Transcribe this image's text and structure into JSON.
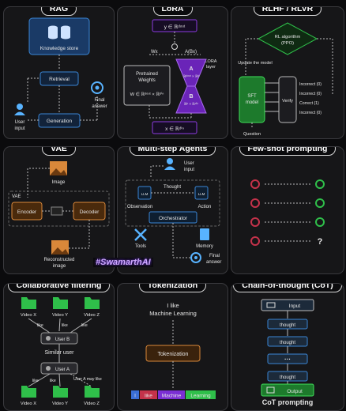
{
  "panels": {
    "rag": {
      "title": "RAG",
      "knowledge_store": "Knowledge store",
      "retrieval": "Retrieval",
      "generation": "Generation",
      "user_input_1": "User",
      "user_input_2": "input",
      "final_answer_1": "Final",
      "final_answer_2": "answer"
    },
    "lora": {
      "title": "LoRA",
      "y_label": "y ∈ ℝᵈᵒᵘᵗ",
      "wx": "Wx",
      "a_bx": "A(Bx)",
      "lora_layer_1": "LORA",
      "lora_layer_2": "layer",
      "pretrained_1": "Pretrained",
      "pretrained_2": "Weights",
      "w_formula": "W ∈ ℝᵈᵒᵘᵗ × ℝᵈⁱⁿ",
      "a_letter": "A",
      "a_dim": "ℝᵈᵒᵘᵗ × ℝᵏ",
      "b_letter": "B",
      "b_dim": "ℝᵏ × ℝᵈⁱⁿ",
      "x_label": "x ∈ ℝᵈⁱⁿ"
    },
    "rlhf": {
      "title": "RLHF / RLVR",
      "rl_1": "RL algorithm",
      "rl_2": "(PPO)",
      "update": "Update the model",
      "sft_1": "SFT",
      "sft_2": "model",
      "verify": "Verify",
      "question": "Question",
      "results": [
        "Incorrect (0)",
        "Incorrect (0)",
        "Correct (1)",
        "Incorrect (0)"
      ]
    },
    "vae": {
      "title": "VAE",
      "image": "Image",
      "vae_label": "VAE",
      "encoder": "Encoder",
      "decoder": "Decoder",
      "recon_1": "Reconstructed",
      "recon_2": "image"
    },
    "agents": {
      "title": "Multi-step Agents",
      "user_input_1": "User",
      "user_input_2": "input",
      "thought": "Thought",
      "llm": "LLM",
      "observation": "Observation",
      "action": "Action",
      "orchestrator": "Orchestrator",
      "tools": "Tools",
      "memory": "Memory",
      "final_1": "Final",
      "final_2": "answer"
    },
    "fewshot": {
      "title": "Few-shot prompting",
      "unknown": "?"
    },
    "collab": {
      "title": "Collaborative filtering",
      "top_videos": [
        "Video X",
        "Video Y",
        "Video Z"
      ],
      "like": "like",
      "user_b": "User B",
      "similar_user": "Similar user",
      "user_a": "User A",
      "may_like": "User A may like",
      "bottom_videos": [
        "Video X",
        "Video Y",
        "Video Z"
      ]
    },
    "token": {
      "title": "Tokenization",
      "text_1": "I like",
      "text_2": "Machine Learning",
      "tokenization": "Tokenization",
      "tokens": [
        "I",
        "like",
        "Machine",
        "Learning"
      ]
    },
    "cot": {
      "title": "Chain-of-thought (CoT)",
      "input": "Input",
      "thought": "thought",
      "dots": "···",
      "output": "Output",
      "caption": "CoT prompting"
    }
  },
  "watermark": "#SwamarthAI",
  "colors": {
    "blue": "#3a86d6",
    "purple": "#7b2fd4",
    "green": "#2fbf4a",
    "orange": "#d9883a",
    "red": "#c4324a",
    "cyan": "#48c6e8"
  }
}
